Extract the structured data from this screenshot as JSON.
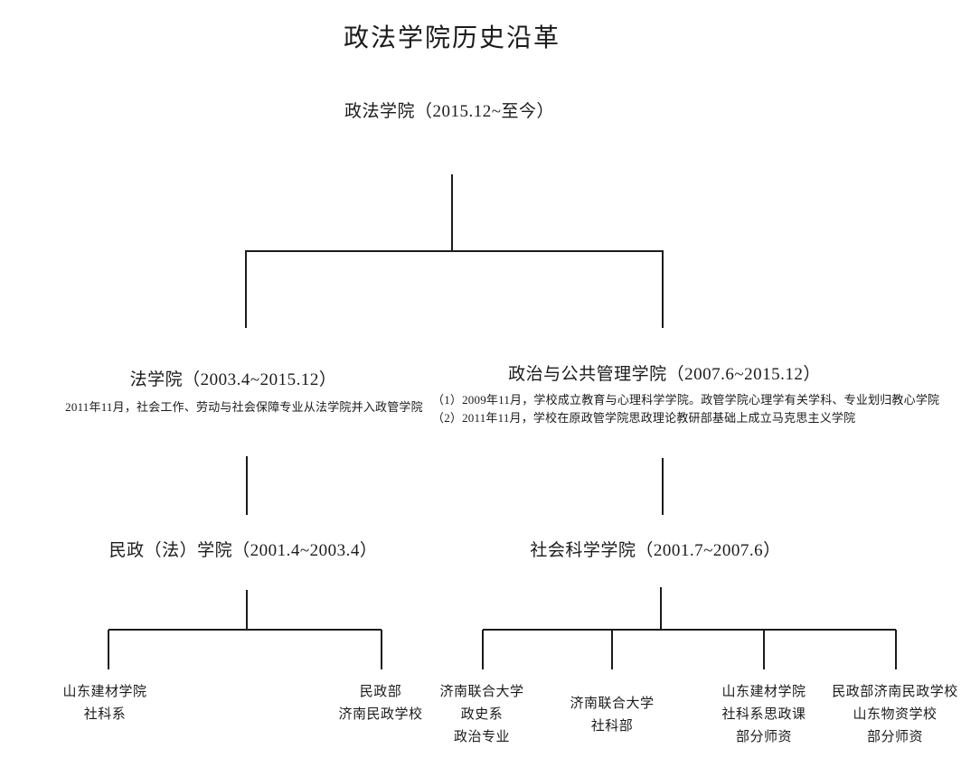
{
  "title": "政法学院历史沿革",
  "colors": {
    "background": "#ffffff",
    "text": "#1b1b1b",
    "line": "#1b1b1b"
  },
  "nodes": {
    "root": {
      "label": "政法学院（2015.12~至今）"
    },
    "law": {
      "label": "法学院（2003.4~2015.12）",
      "note": "2011年11月，社会工作、劳动与社会保障专业从法学院并入政管学院"
    },
    "politics_public_mgmt": {
      "label": "政治与公共管理学院（2007.6~2015.12）",
      "notes": [
        "（1）2009年11月，学校成立教育与心理科学学院。政管学院心理学有关学科、专业划归教心学院",
        "（2）2011年11月，学校在原政管学院思政理论教研部基础上成立马克思主义学院"
      ]
    },
    "civil_affairs_law": {
      "label": "民政（法）学院（2001.4~2003.4）"
    },
    "social_science": {
      "label": "社会科学学院（2001.7~2007.6）"
    }
  },
  "leaves": [
    {
      "lines": [
        "山东建材学院",
        "社科系"
      ]
    },
    {
      "lines": [
        "民政部",
        "济南民政学校"
      ]
    },
    {
      "lines": [
        "济南联合大学",
        "政史系",
        "政治专业"
      ]
    },
    {
      "lines": [
        "济南联合大学",
        "社科部"
      ]
    },
    {
      "lines": [
        "山东建材学院",
        "社科系思政课",
        "部分师资"
      ]
    },
    {
      "lines": [
        "民政部济南民政学校",
        "山东物资学校",
        "部分师资"
      ]
    }
  ]
}
